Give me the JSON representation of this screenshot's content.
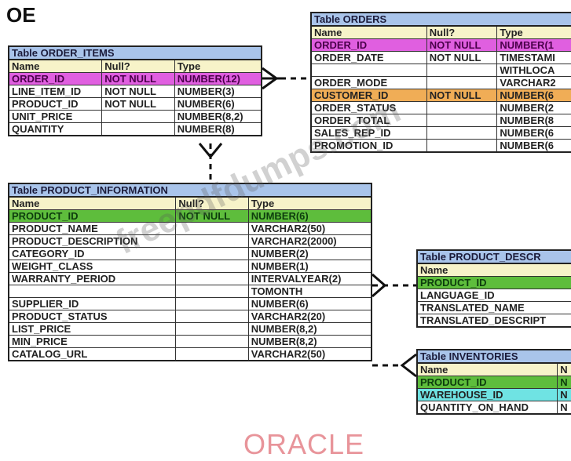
{
  "schema": "OE",
  "order_items": {
    "title": "Table ORDER_ITEMS",
    "headers": [
      "Name",
      "Null?",
      "Type"
    ],
    "rows": [
      [
        "ORDER_ID",
        "NOT NULL",
        "NUMBER(12)"
      ],
      [
        "LINE_ITEM_ID",
        "NOT NULL",
        "NUMBER(3)"
      ],
      [
        "PRODUCT_ID",
        "NOT NULL",
        "NUMBER(6)"
      ],
      [
        "UNIT_PRICE",
        "",
        "NUMBER(8,2)"
      ],
      [
        "QUANTITY",
        "",
        "NUMBER(8)"
      ]
    ]
  },
  "orders": {
    "title": "Table ORDERS",
    "headers": [
      "Name",
      "Null?",
      "Type"
    ],
    "rows": [
      [
        "ORDER_ID",
        "NOT NULL",
        "NUMBER(1"
      ],
      [
        "ORDER_DATE",
        "NOT NULL",
        "TIMESTAMI"
      ],
      [
        "",
        "",
        "WITHLOCA"
      ],
      [
        "ORDER_MODE",
        "",
        "VARCHAR2"
      ],
      [
        "CUSTOMER_ID",
        "NOT NULL",
        "NUMBER(6"
      ],
      [
        "ORDER_STATUS",
        "",
        "NUMBER(2"
      ],
      [
        "ORDER_TOTAL",
        "",
        "NUMBER(8"
      ],
      [
        "SALES_REP_ID",
        "",
        "NUMBER(6"
      ],
      [
        "PROMOTION_ID",
        "",
        "NUMBER(6"
      ]
    ]
  },
  "product_information": {
    "title": "Table PRODUCT_INFORMATION",
    "headers": [
      "Name",
      "Null?",
      "Type"
    ],
    "rows": [
      [
        "PRODUCT_ID",
        "NOT NULL",
        "NUMBER(6)"
      ],
      [
        "PRODUCT_NAME",
        "",
        "VARCHAR2(50)"
      ],
      [
        "PRODUCT_DESCRIPTION",
        "",
        "VARCHAR2(2000)"
      ],
      [
        "CATEGORY_ID",
        "",
        "NUMBER(2)"
      ],
      [
        "WEIGHT_CLASS",
        "",
        "NUMBER(1)"
      ],
      [
        "WARRANTY_PERIOD",
        "",
        "INTERVALYEAR(2)"
      ],
      [
        "",
        "",
        "TOMONTH"
      ],
      [
        "SUPPLIER_ID",
        "",
        "NUMBER(6)"
      ],
      [
        "PRODUCT_STATUS",
        "",
        "VARCHAR2(20)"
      ],
      [
        "LIST_PRICE",
        "",
        "NUMBER(8,2)"
      ],
      [
        "MIN_PRICE",
        "",
        "NUMBER(8,2)"
      ],
      [
        "CATALOG_URL",
        "",
        "VARCHAR2(50)"
      ]
    ]
  },
  "product_descriptions": {
    "title": "Table PRODUCT_DESCR",
    "header": "Name",
    "rows": [
      "PRODUCT_ID",
      "LANGUAGE_ID",
      "TRANSLATED_NAME",
      "TRANSLATED_DESCRIPT"
    ]
  },
  "inventories": {
    "title": "Table INVENTORIES",
    "headers": [
      "Name",
      "N"
    ],
    "rows": [
      [
        "PRODUCT_ID",
        "N"
      ],
      [
        "WAREHOUSE_ID",
        "N"
      ],
      [
        "QUANTITY_ON_HAND",
        "N"
      ]
    ]
  },
  "watermark": "freepdfdumps.com",
  "brand": "ORACLE",
  "colors": {
    "title_bar": "#a9c4ea",
    "header_row": "#f7f3c9",
    "order_id_key": "#e05fe0",
    "customer_id_key": "#f0ad56",
    "product_id_key": "#5ebd3c",
    "warehouse_id_key": "#6fe3e3",
    "brand_red": "#e8949a"
  }
}
